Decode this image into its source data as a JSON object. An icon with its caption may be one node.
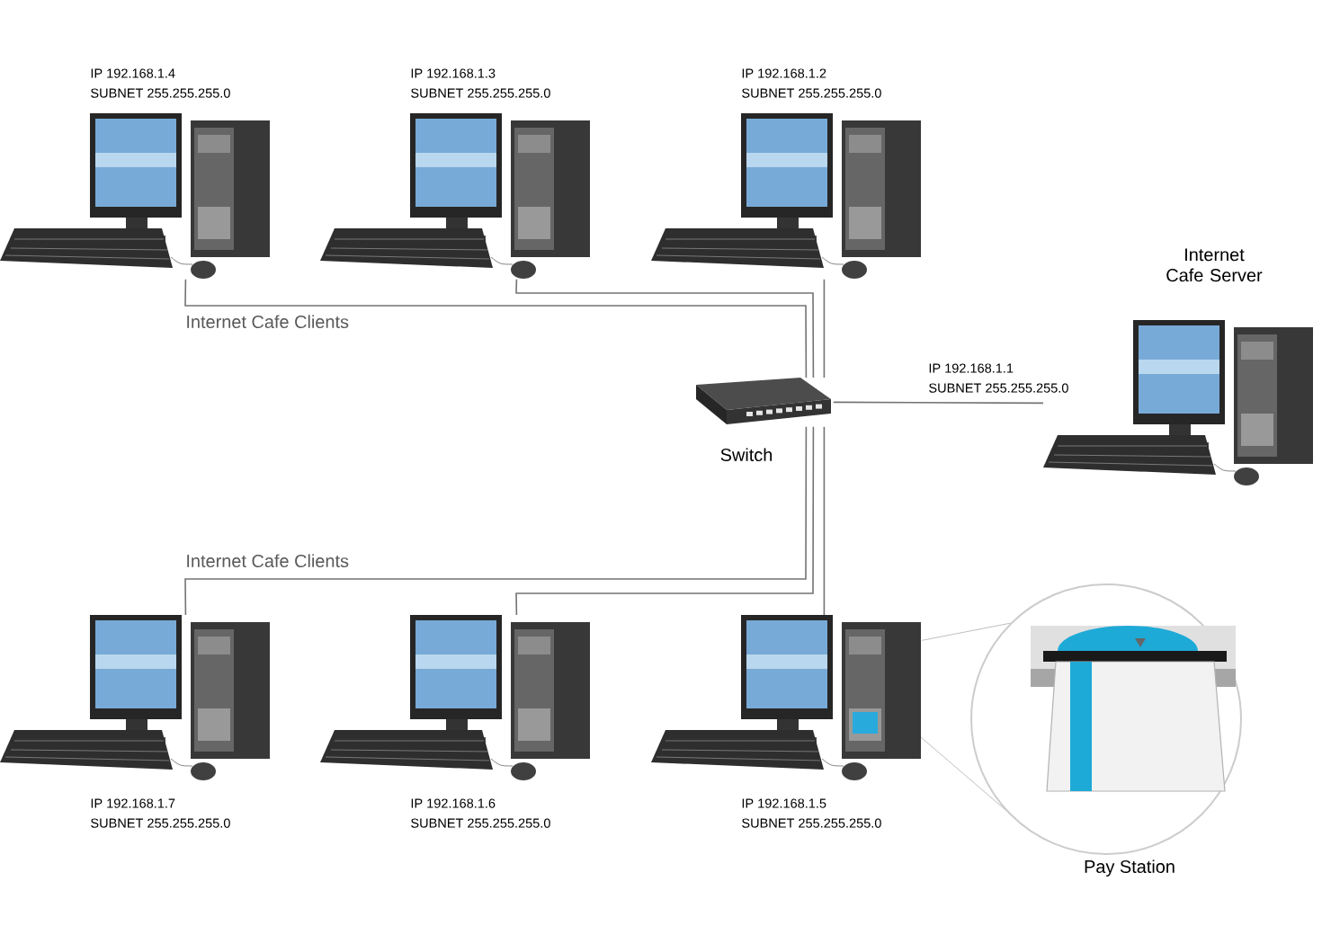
{
  "diagram": {
    "nodes": [
      {
        "text": [
          "IP 192.168.1.4",
          "SUBNET 255.255.255.0"
        ]
      },
      {
        "text": [
          "IP 192.168.1.3",
          "SUBNET 255.255.255.0"
        ]
      },
      {
        "text": [
          "IP 192.168.1.2",
          "SUBNET 255.255.255.0"
        ]
      },
      {
        "text": [
          "Internet Cafe Server",
          "IP 192.168.1.1",
          "SUBNET 255.255.255.0"
        ]
      },
      {
        "text": [
          "Switch"
        ]
      },
      {
        "text": [
          "IP 192.168.1.7",
          "SUBNET 255.255.255.0"
        ]
      },
      {
        "text": [
          "IP 192.168.1.6",
          "SUBNET 255.255.255.0"
        ]
      },
      {
        "text": [
          "IP 192.168.1.5",
          "SUBNET 255.255.255.0"
        ]
      },
      {
        "text": [
          "Pay Station"
        ]
      }
    ],
    "edges": [
      {
        "from": 0,
        "to": 4,
        "arrow": "none"
      },
      {
        "from": 1,
        "to": 4,
        "arrow": "none"
      },
      {
        "from": 2,
        "to": 4,
        "arrow": "none"
      },
      {
        "from": 4,
        "to": 3,
        "arrow": "none"
      },
      {
        "from": 5,
        "to": 4,
        "arrow": "none"
      },
      {
        "from": 6,
        "to": 4,
        "arrow": "none"
      },
      {
        "from": 7,
        "to": 4,
        "arrow": "none"
      },
      {
        "from": 7,
        "to": 8,
        "arrow": "none"
      }
    ],
    "labels": [
      "Internet Cafe Clients",
      "Internet Cafe Clients"
    ]
  }
}
